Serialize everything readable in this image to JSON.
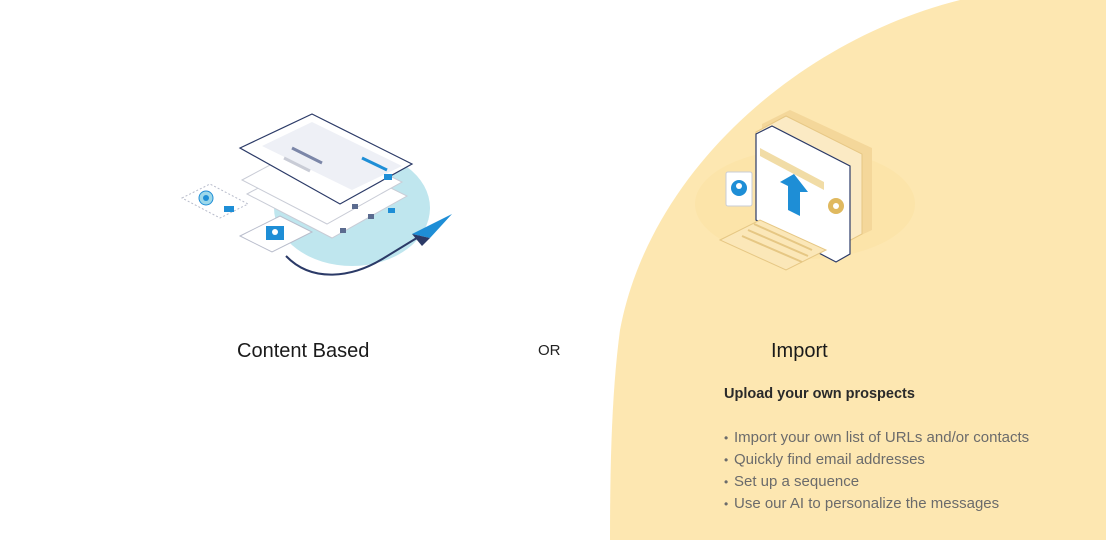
{
  "options": {
    "content_based": {
      "title": "Content Based",
      "illustration": "content-pipeline-illustration"
    },
    "import": {
      "title": "Import",
      "illustration": "upload-contacts-illustration"
    }
  },
  "divider": {
    "label": "OR"
  },
  "import_details": {
    "heading": "Upload your own prospects",
    "features": [
      "Import your own list of URLs and/or contacts",
      "Quickly find email addresses",
      "Set up a sequence",
      "Use our AI to personalize the messages"
    ]
  },
  "colors": {
    "highlight_background": "#fde7b1",
    "accent_blue": "#1e8ed6",
    "teal": "#bfe6ee"
  }
}
